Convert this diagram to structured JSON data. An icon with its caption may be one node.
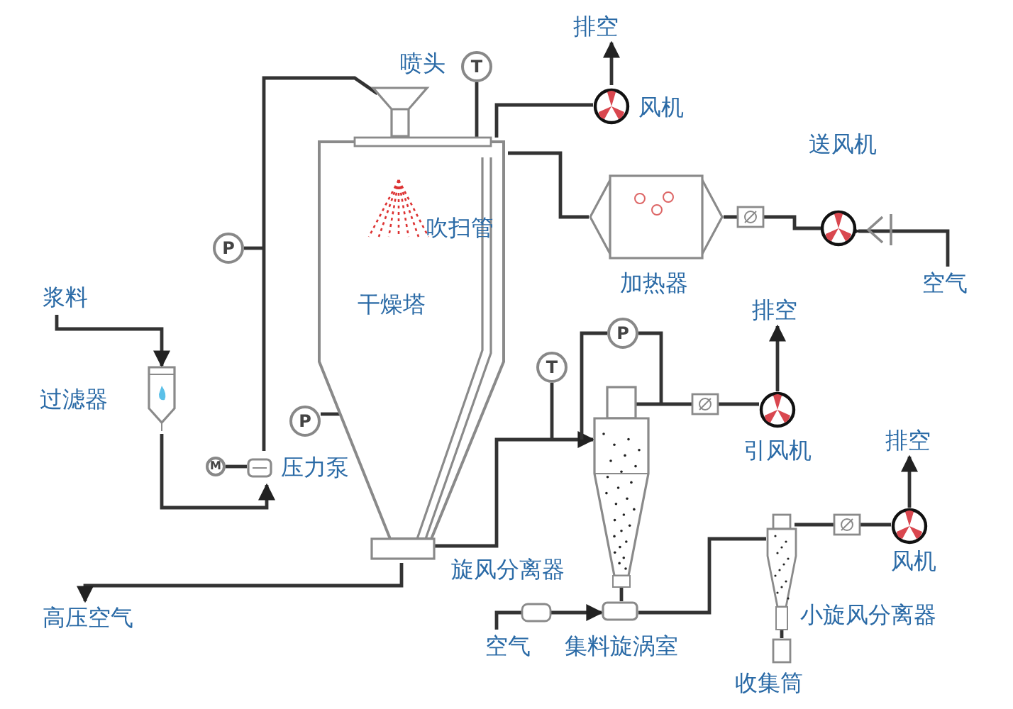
{
  "diagram": {
    "nodes": [
      {
        "text": [
          "干燥塔"
        ]
      },
      {
        "text": [
          "喷头"
        ]
      },
      {
        "text": [
          "吹扫管"
        ],
        "in": 0
      },
      {
        "text": [
          "风机"
        ]
      },
      {
        "text": [
          "排空"
        ]
      },
      {
        "text": [
          "加热器"
        ]
      },
      {
        "text": [
          "送风机"
        ]
      },
      {
        "text": [
          "空气"
        ]
      },
      {
        "text": [
          "浆料"
        ]
      },
      {
        "text": [
          "过滤器"
        ]
      },
      {
        "text": [
          "压力泵"
        ]
      },
      {
        "text": [
          "高压空气"
        ]
      },
      {
        "text": [
          "旋风分离器"
        ]
      },
      {
        "text": [
          "引风机"
        ]
      },
      {
        "text": [
          "排空"
        ]
      },
      {
        "text": [
          "空气"
        ]
      },
      {
        "text": [
          "集料旋涡室"
        ]
      },
      {
        "text": [
          "小旋风分离器"
        ]
      },
      {
        "text": [
          "风机"
        ]
      },
      {
        "text": [
          "排空"
        ]
      },
      {
        "text": [
          "收集筒"
        ]
      },
      {
        "text": [
          "T"
        ]
      },
      {
        "text": [
          "P"
        ]
      },
      {
        "text": [
          "P"
        ]
      },
      {
        "text": [
          "M"
        ]
      },
      {
        "text": [
          "T"
        ]
      },
      {
        "text": [
          "P"
        ]
      }
    ],
    "edges": [
      {
        "from": 8,
        "to": 9,
        "arrow": "to"
      },
      {
        "from": 9,
        "to": 10,
        "arrow": "to"
      },
      {
        "from": 10,
        "to": 1,
        "arrow": "none"
      },
      {
        "from": 23,
        "to": 0,
        "arrow": "none"
      },
      {
        "from": 24,
        "to": 10,
        "arrow": "none"
      },
      {
        "from": 21,
        "to": 0,
        "arrow": "none"
      },
      {
        "from": 0,
        "to": 3,
        "arrow": "none"
      },
      {
        "from": 3,
        "to": 4,
        "arrow": "to"
      },
      {
        "from": 7,
        "to": 6,
        "arrow": "to"
      },
      {
        "from": 6,
        "to": 5,
        "arrow": "none"
      },
      {
        "from": 5,
        "to": 0,
        "arrow": "none"
      },
      {
        "from": 0,
        "to": 12,
        "arrow": "to"
      },
      {
        "from": 0,
        "to": 11,
        "arrow": "to"
      },
      {
        "from": 12,
        "to": 13,
        "arrow": "none"
      },
      {
        "from": 13,
        "to": 14,
        "arrow": "to"
      },
      {
        "from": 15,
        "to": 16,
        "arrow": "to"
      },
      {
        "from": 12,
        "to": 16,
        "arrow": "none"
      },
      {
        "from": 16,
        "to": 17,
        "arrow": "none"
      },
      {
        "from": 17,
        "to": 18,
        "arrow": "none"
      },
      {
        "from": 18,
        "to": 19,
        "arrow": "to"
      },
      {
        "from": 17,
        "to": 20,
        "arrow": "none"
      },
      {
        "from": 22,
        "to": null,
        "arrow": "none"
      },
      {
        "from": 25,
        "to": null,
        "arrow": "none"
      },
      {
        "from": 26,
        "to": 12,
        "arrow": "none"
      },
      {
        "from": 26,
        "to": null,
        "arrow": "none"
      }
    ]
  }
}
